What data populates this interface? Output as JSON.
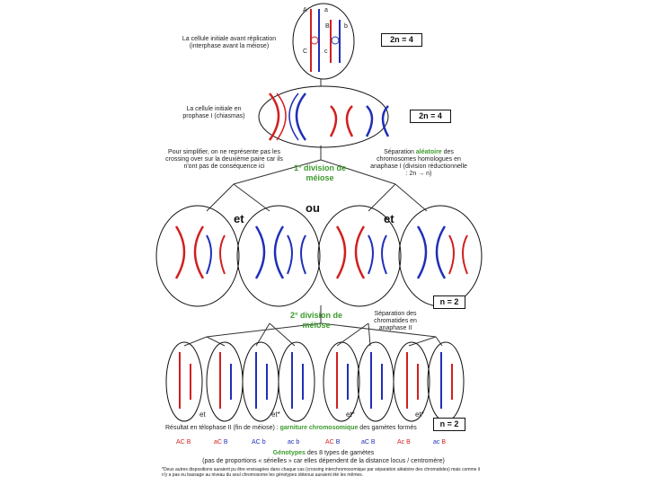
{
  "labels": {
    "cell_initial": "La cellule initiale avant réplication (interphase avant la méiose)",
    "cell_prophase": "La cellule initiale en prophase I (chiasmas)",
    "simplify_note": "Pour simplifier, on ne représente pas les crossing over sur la deuxième paire car ils n'ont pas de conséquence ici",
    "separation_note_a": "Séparation ",
    "separation_note_word": "aléatoire",
    "separation_note_b": " des chromosomes homologues en anaphase I (division réductionnelle : 2n → n)",
    "chromatid_note": "Séparation des chromatides en anaphase II",
    "division1": "1° division de méiose",
    "division2": "2° division de méiose",
    "ou": "ou",
    "et": "et",
    "result_a": "Résultat en télophase II (fin de méiose) : ",
    "result_word": "garniture chromosomique",
    "result_b": " des gamètes formés",
    "genotypes_a": "Génotypes",
    "genotypes_b": " des 8 types de gamètes",
    "proportions_note": "(pas de proportions « sérielles » car elles dépendent de la distance locus / centromère)",
    "footnote": "*Deux autres dispositions auraient pu être envisagées dans chaque cas (crossing interchromosomique par séparation aléatoire des chromatides) mais comme il n'y a pas eu bassage au niveau du seul chromosome les génotypes obtenus auraient été les mêmes."
  },
  "ploidy": {
    "top": "2n = 4",
    "prophase": "2n = 4",
    "after_div1": "n = 2",
    "result": "n = 2"
  },
  "gene_letters": {
    "A": "A",
    "a": "a",
    "B": "B",
    "b": "b",
    "C": "C",
    "c": "c"
  },
  "pair_labels": [
    "et",
    "et*",
    "et*",
    "et*"
  ],
  "genotypes": [
    {
      "left": "AC",
      "left_b": "B",
      "right": "aC",
      "right_b": "B"
    },
    {
      "left": "AC",
      "left_b": "b",
      "right": "ac",
      "right_b": "b"
    },
    {
      "left": "AC",
      "left_b": "B",
      "right": "aC",
      "right_b": "B"
    },
    {
      "left": "Ac",
      "left_b": "B",
      "right": "ac",
      "right_b": "B"
    }
  ],
  "colors": {
    "red": "#d21f1f",
    "blue": "#1f2fb8",
    "green": "#3c9a2c",
    "outline": "#111111"
  }
}
